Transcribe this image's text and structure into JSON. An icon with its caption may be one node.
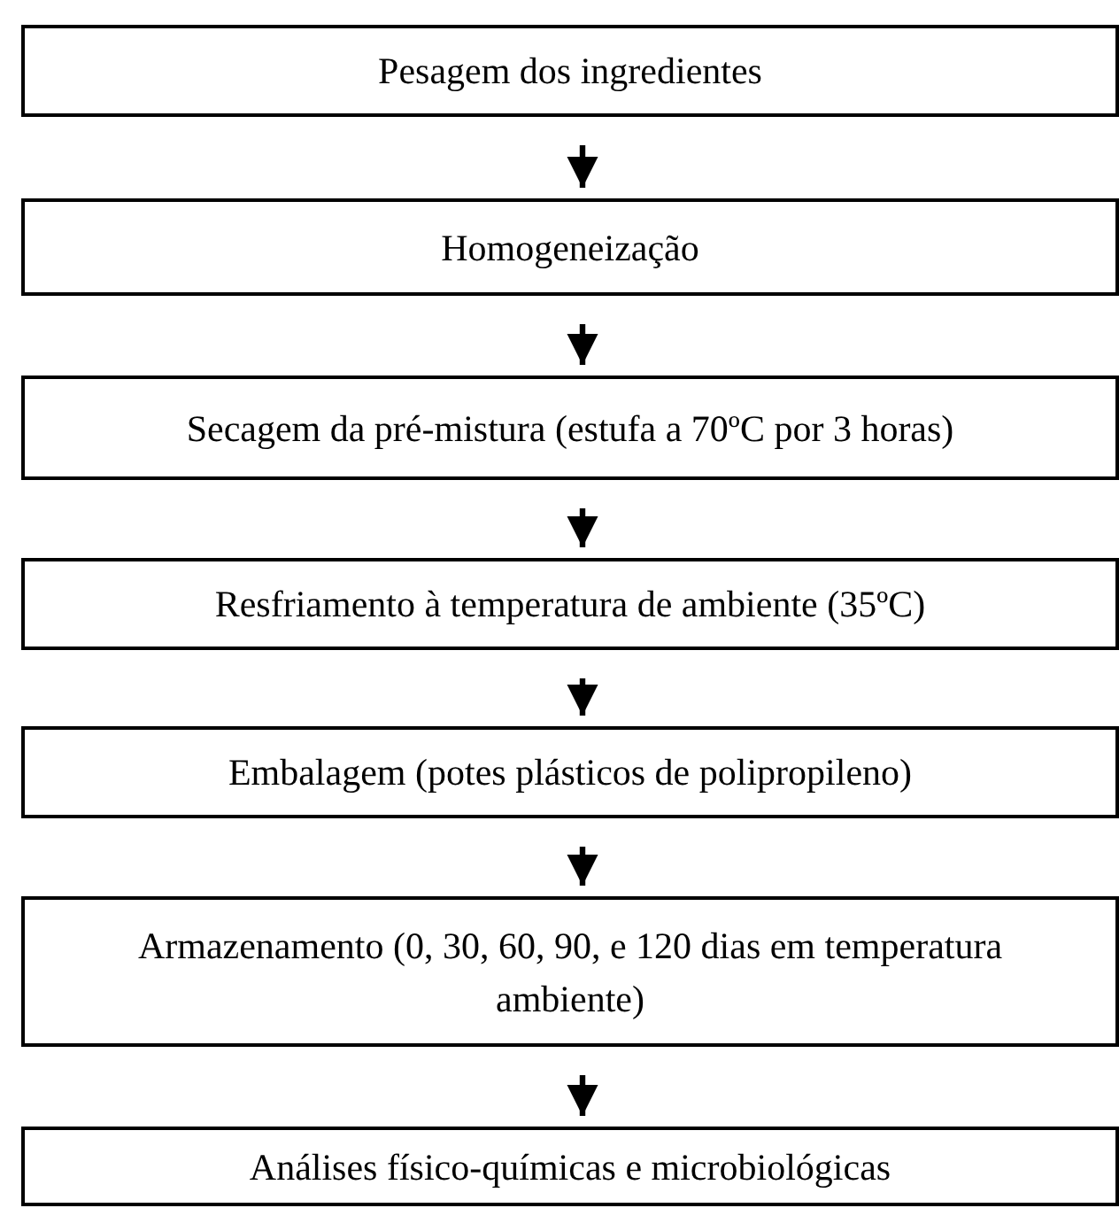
{
  "diagram": {
    "nodes": [
      {
        "text": [
          "Pesagem dos ingredientes"
        ]
      },
      {
        "text": [
          "Homogeneização"
        ]
      },
      {
        "text": [
          "Secagem da pré-mistura (estufa a 70ºC por 3 horas)"
        ]
      },
      {
        "text": [
          "Resfriamento à temperatura de ambiente (35ºC)"
        ]
      },
      {
        "text": [
          "Embalagem (potes plásticos de polipropileno)"
        ]
      },
      {
        "text": [
          "Armazenamento (0, 30, 60, 90, e 120 dias em temperatura ambiente)"
        ]
      },
      {
        "text": [
          "Análises físico-químicas e microbiológicas"
        ]
      }
    ],
    "edges": [
      {
        "from": 0,
        "to": 1,
        "arrow": "to"
      },
      {
        "from": 1,
        "to": 2,
        "arrow": "to"
      },
      {
        "from": 2,
        "to": 3,
        "arrow": "to"
      },
      {
        "from": 3,
        "to": 4,
        "arrow": "to"
      },
      {
        "from": 4,
        "to": 5,
        "arrow": "to"
      },
      {
        "from": 5,
        "to": 6,
        "arrow": "to"
      }
    ]
  }
}
